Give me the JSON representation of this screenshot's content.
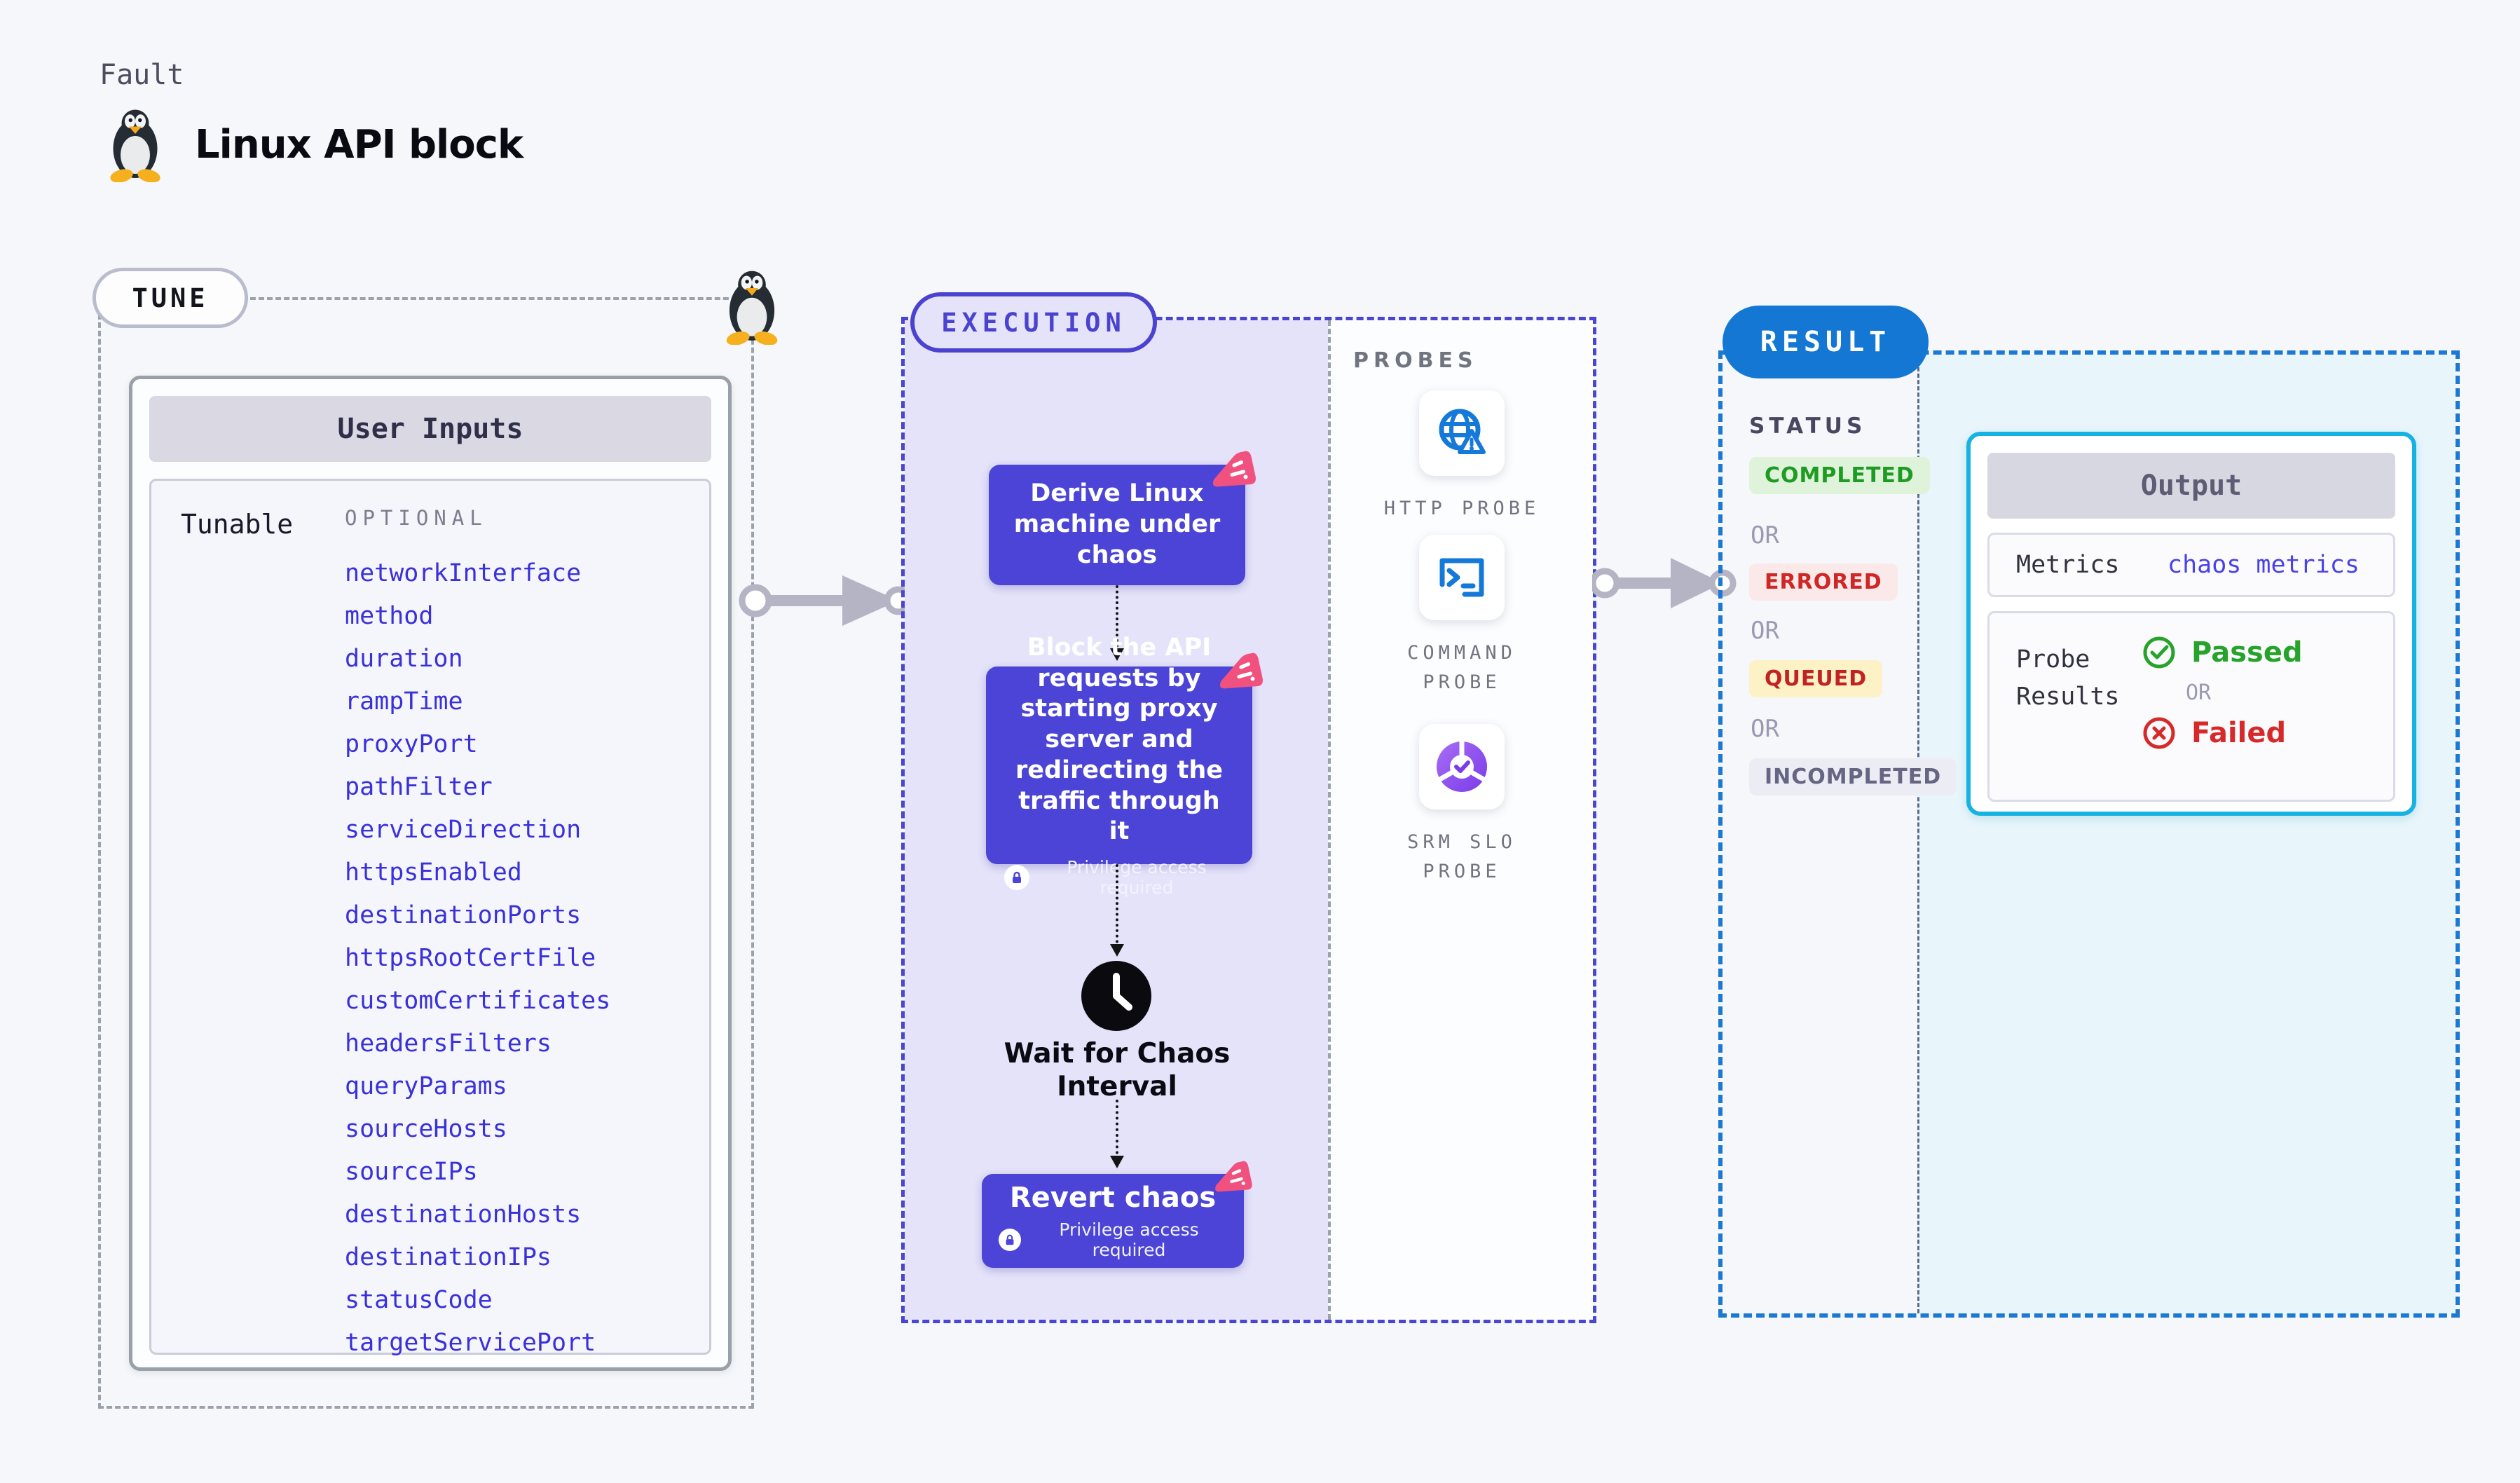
{
  "page": {
    "fault_label": "Fault",
    "title": "Linux API block"
  },
  "tune": {
    "pill": "TUNE",
    "card_header": "User Inputs",
    "row_label": "Tunable",
    "column_header": "OPTIONAL",
    "params": [
      "networkInterface",
      "method",
      "duration",
      "rampTime",
      "proxyPort",
      "pathFilter",
      "serviceDirection",
      "httpsEnabled",
      "destinationPorts",
      "httpsRootCertFile",
      "customCertificates",
      "headersFilters",
      "queryParams",
      "sourceHosts",
      "sourceIPs",
      "destinationHosts",
      "destinationIPs",
      "statusCode",
      "targetServicePort"
    ]
  },
  "execution": {
    "pill": "EXECUTION",
    "step_derive": "Derive Linux machine under chaos",
    "step_block": "Block the API requests by starting proxy server and redirecting the traffic through it",
    "step_wait": "Wait for Chaos Interval",
    "step_revert": "Revert chaos",
    "privilege_badge": "Privilege access required"
  },
  "probes": {
    "label": "PROBES",
    "items": [
      {
        "label": "HTTP PROBE",
        "icon": "globe-warning-icon"
      },
      {
        "label": "COMMAND PROBE",
        "icon": "terminal-icon"
      },
      {
        "label": "SRM SLO PROBE",
        "icon": "slo-donut-check-icon"
      }
    ]
  },
  "result": {
    "pill": "RESULT",
    "status_label": "STATUS",
    "or_label": "OR",
    "statuses": [
      {
        "label": "COMPLETED",
        "color": "#1d9b22",
        "bg": "#def3da"
      },
      {
        "label": "ERRORED",
        "color": "#cf2626",
        "bg": "#fbe9e9"
      },
      {
        "label": "QUEUED",
        "color": "#c12222",
        "bg": "#fdf1c6"
      },
      {
        "label": "INCOMPLETED",
        "color": "#666682",
        "bg": "#ebecf4"
      }
    ],
    "output": {
      "header": "Output",
      "metrics_label": "Metrics",
      "metrics_value": "chaos metrics",
      "probe_results_label": "Probe\nResults",
      "passed_label": "Passed",
      "failed_label": "Failed"
    }
  },
  "colors": {
    "accent_indigo": "#4b44d6",
    "accent_blue": "#1477d3",
    "accent_cyan": "#16b2e2",
    "probe_icon_blue": "#1479d8",
    "srm_purple": "#8a4ff0",
    "sticker_pink": "#f0517e",
    "exec_bg": "#e4e3f9",
    "result_bg": "#e8f6fb",
    "page_bg": "#f5f7fa"
  }
}
